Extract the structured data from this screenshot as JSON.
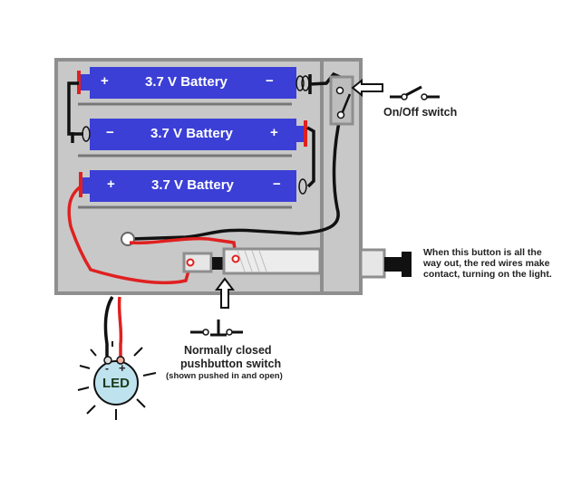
{
  "batteries": [
    {
      "label": "3.7 V Battery",
      "left_sign": "+",
      "right_sign": "−"
    },
    {
      "label": "3.7 V Battery",
      "left_sign": "−",
      "right_sign": "+"
    },
    {
      "label": "3.7 V Battery",
      "left_sign": "+",
      "right_sign": "−"
    }
  ],
  "onoff_switch": {
    "label": "On/Off switch"
  },
  "pushbutton": {
    "title_line1": "Normally closed",
    "title_line2": "pushbutton switch",
    "note": "(shown pushed in and open)"
  },
  "button_note": {
    "line1": "When this button is all the",
    "line2": "way out, the red wires make",
    "line3": "contact, turning on the light."
  },
  "led": {
    "label": "LED",
    "minus": "-",
    "plus": "+"
  },
  "colors": {
    "battery": "#3b3fd6",
    "case": "#c8c8c8",
    "case_border": "#8e8e8e",
    "red_wire": "#e02020",
    "black_wire": "#111111",
    "led_fill": "#bfe3ee"
  }
}
